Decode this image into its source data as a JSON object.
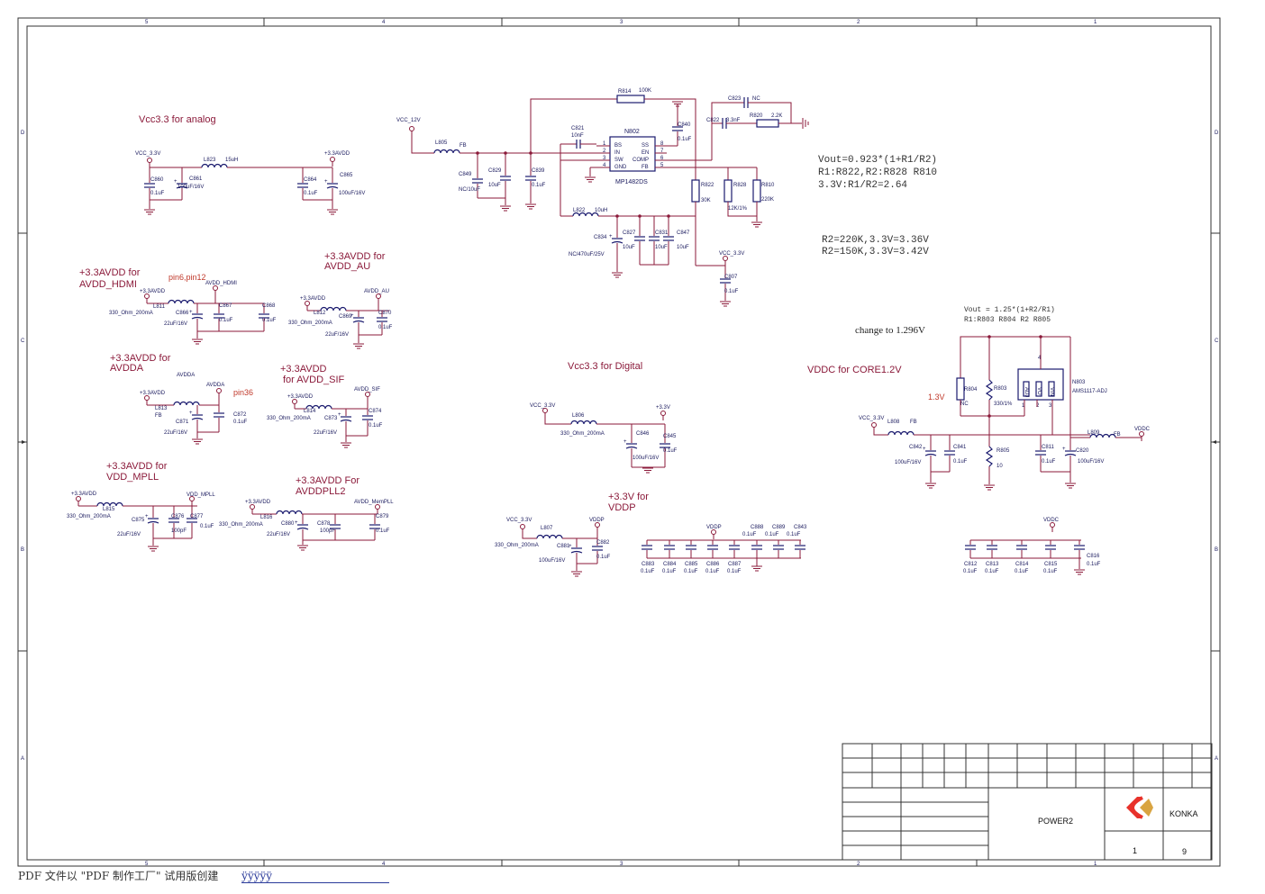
{
  "frame": {
    "col_labels": [
      "5",
      "4",
      "3",
      "2",
      "1"
    ],
    "row_labels": [
      "D",
      "C",
      "B",
      "A"
    ]
  },
  "headings": {
    "analog": "Vcc3.3 for analog",
    "digital": "Vcc3.3 for Digital",
    "vddc": "VDDC for CORE1.2V",
    "avdd_hdmi": [
      "+3.3AVDD for",
      "AVDD_HDMI"
    ],
    "avdd_au": [
      "+3.3AVDD for",
      "AVDD_AU"
    ],
    "avdda": [
      "+3.3AVDD for",
      "AVDDA"
    ],
    "avdd_sif": [
      "+3.3AVDD",
      "for AVDD_SIF"
    ],
    "vdd_mpll": [
      "+3.3AVDD  for",
      "VDD_MPLL"
    ],
    "avddpll2": [
      "+3.3AVDD  For",
      "AVDDPLL2"
    ],
    "vddp": [
      "+3.3V  for",
      "VDDP"
    ]
  },
  "notes": {
    "pin6": "pin6,pin12",
    "pin36": "pin36",
    "change": "change to 1.296V",
    "r804_note": "1.3V",
    "vout_main": [
      "Vout=0.923*(1+R1/R2)",
      "R1:R822,R2:R828 R810",
      "3.3V:R1/R2=2.64"
    ],
    "r2_table": [
      "R2=220K,3.3V=3.36V",
      "R2=150K,3.3V=3.42V"
    ],
    "vout_ldo": [
      "Vout = 1.25*(1+R2/R1)",
      "R1:R803 R804 R2 R805"
    ]
  },
  "ic_n802": {
    "ref": "N802",
    "part": "MP1482DS",
    "pins_left": [
      "BS",
      "IN",
      "SW",
      "GND"
    ],
    "pins_right": [
      "SS",
      "EN",
      "COMP",
      "FB"
    ],
    "nums_left": [
      "1",
      "2",
      "3",
      "4"
    ],
    "nums_right": [
      "8",
      "7",
      "6",
      "5"
    ]
  },
  "ic_n803": {
    "ref": "N803",
    "part": "AMS1117-ADJ",
    "pins": [
      "ADJ",
      "VO",
      "VIN"
    ],
    "nums": [
      "1",
      "2",
      "3",
      "4"
    ]
  },
  "labels": {
    "vcc12": "VCC_12V",
    "vcc33": "VCC_3.3V",
    "avdd": "+3.3AVDD",
    "p33v": "+3.3V",
    "vddp": "VDDP",
    "vddc": "VDDC",
    "avdd_hdmi": "AVDD_HDMI",
    "avdd_au": "AVDD_AU",
    "avdda": "AVDDA",
    "avdda_small": "AVDDA",
    "avdd_sif": "AVDD_SIF",
    "vdd_mpll": "VDD_MPLL",
    "avdd_mempll": "AVDD_MemPLL",
    "bead": "330_Ohm_200mA",
    "fb": "FB",
    "l15uh": "15uH",
    "l10uh": "10uH",
    "nc": "NC"
  },
  "parts": {
    "R814": "R814",
    "R814v": "100K",
    "C823": "C823",
    "C822": "C822",
    "C822v": "3.3nF",
    "R820": "R820",
    "R820v": "2.2K",
    "C840": "C840",
    "C821": "C821",
    "C821v": "10nF",
    "L805": "L805",
    "C849": "C849",
    "C849v": "NC/10uF",
    "C829": "C829",
    "C839": "C839",
    "R822": "R822",
    "R822v": "30K",
    "R828": "R828",
    "R828v": "12K/1%",
    "R810": "R810",
    "R810v": "220K",
    "L822": "L822",
    "C834": "C834",
    "C834v": "NC/470uF/25V",
    "C827": "C827",
    "C831": "C831",
    "C847": "C847",
    "C807": "C807",
    "L823": "L823",
    "C860": "C860",
    "C861": "C861",
    "C864": "C864",
    "C865": "C865",
    "L811": "L811",
    "C866": "C866",
    "C867": "C867",
    "C868": "C868",
    "L812": "L812",
    "C869": "C869",
    "C870": "C870",
    "L813": "L813",
    "C871": "C871",
    "C872": "C872",
    "L814": "L814",
    "C873": "C873",
    "C874": "C874",
    "L815": "L815",
    "C875": "C875",
    "C876": "C876",
    "C877": "C877",
    "L816": "L816",
    "C880": "C880",
    "C878": "C878",
    "C879": "C879",
    "L806": "L806",
    "C846": "C846",
    "C845": "C845",
    "L807": "L807",
    "C881": "C881",
    "C882": "C882",
    "C883": "C883",
    "C884": "C884",
    "C885": "C885",
    "C886": "C886",
    "C887": "C887",
    "C888": "C888",
    "C889": "C889",
    "C843": "C843",
    "L808": "L808",
    "C842": "C842",
    "C841": "C841",
    "R804": "R804",
    "R803": "R803",
    "R803v": "330/1%",
    "R805": "R805",
    "R805v": "10",
    "C811": "C811",
    "C820": "C820",
    "L809": "L809",
    "C812": "C812",
    "C813": "C813",
    "C814": "C814",
    "C815": "C815",
    "C816": "C816"
  },
  "values": {
    "v01": "0.1uF",
    "v100_16": "100uF/16V",
    "v22_16": "22uF/16V",
    "v10": "10uF",
    "v100p": "100pF"
  },
  "title_block": {
    "title": "POWER2",
    "company": "KONKA",
    "page": "1",
    "pages": "9"
  },
  "footer": {
    "text": "PDF 文件以 \"PDF 制作工厂\" 试用版创建",
    "link": "ÿÿÿÿÿ"
  },
  "colors": {
    "wire": "#8b1a3a",
    "component": "#1a1a6e",
    "annotation": "#8b1a3a",
    "logo_red": "#e8322b",
    "logo_gold": "#d9a441"
  }
}
